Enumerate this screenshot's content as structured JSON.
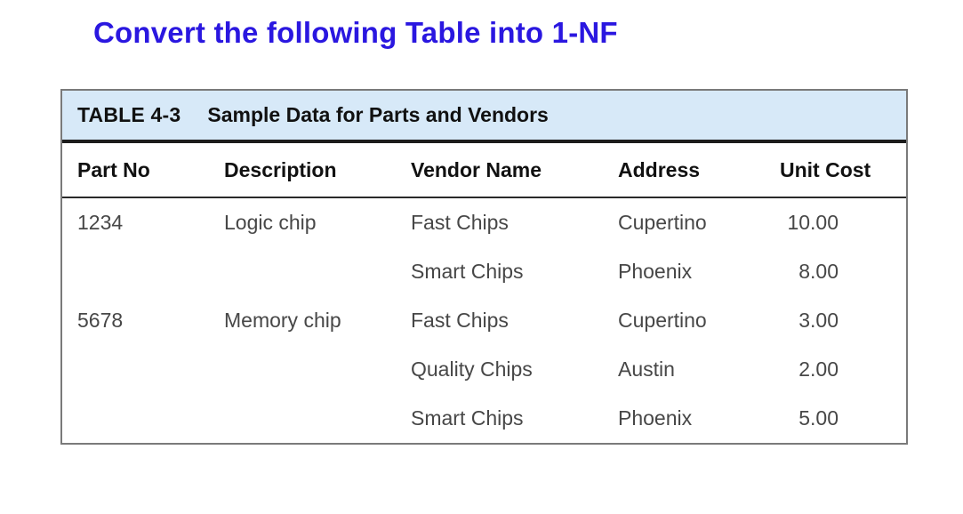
{
  "page": {
    "title": "Convert the following Table into 1-NF"
  },
  "colors": {
    "title_blue": "#2a17e0",
    "caption_bar_bg": "#d7e9f8",
    "rule_dark": "#1c1c1c",
    "outer_border_gray": "#7a7a7a",
    "data_text_gray": "#474747"
  },
  "table": {
    "caption_label": "TABLE 4-3",
    "caption_title": "Sample Data for Parts and Vendors",
    "columns": [
      "Part No",
      "Description",
      "Vendor Name",
      "Address",
      "Unit Cost"
    ],
    "rows": [
      [
        "1234",
        "Logic chip",
        "Fast Chips",
        "Cupertino",
        "10.00"
      ],
      [
        "",
        "",
        "Smart Chips",
        "Phoenix",
        "8.00"
      ],
      [
        "5678",
        "Memory chip",
        "Fast Chips",
        "Cupertino",
        "3.00"
      ],
      [
        "",
        "",
        "Quality Chips",
        "Austin",
        "2.00"
      ],
      [
        "",
        "",
        "Smart Chips",
        "Phoenix",
        "5.00"
      ]
    ]
  }
}
